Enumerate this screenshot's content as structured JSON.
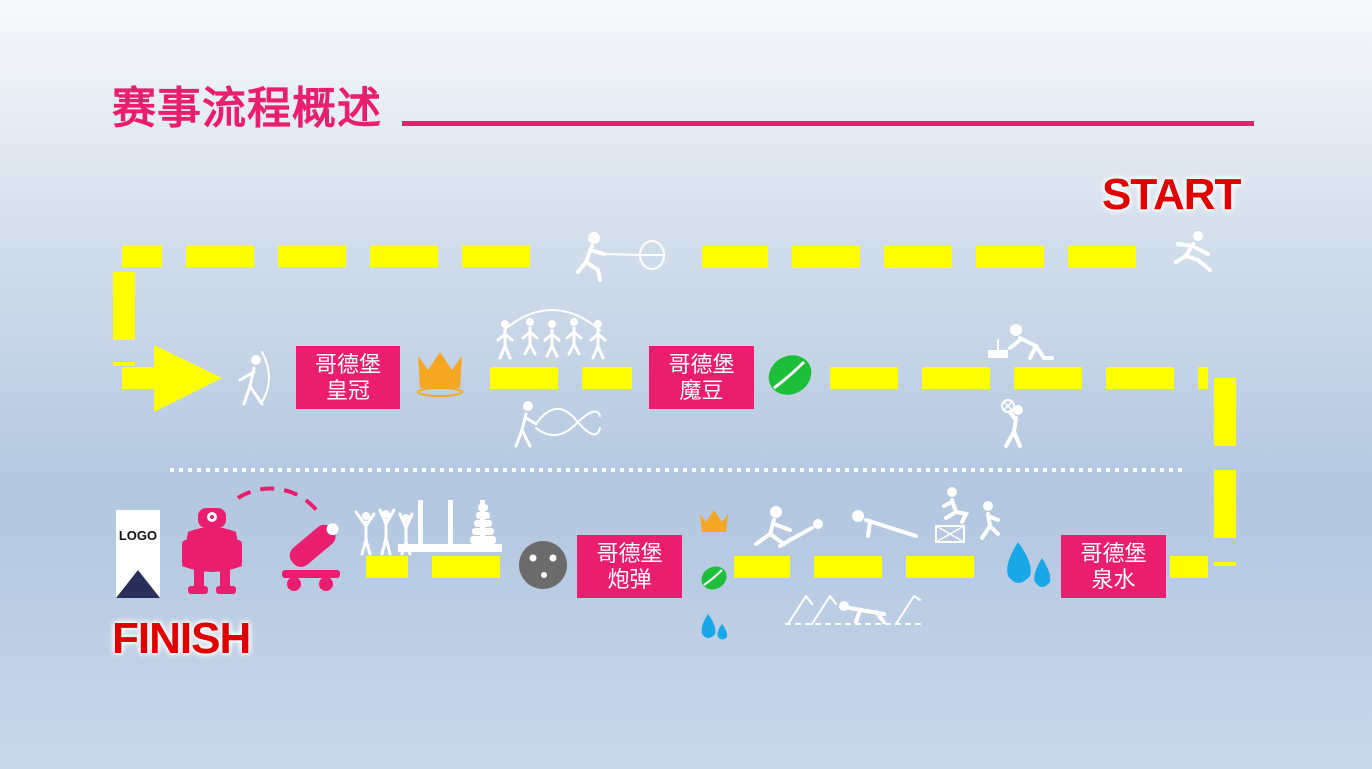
{
  "title": "赛事流程概述",
  "start_label": "START",
  "finish_label": "FINISH",
  "logo_text": "LOGO",
  "stations": [
    {
      "line1": "哥德堡",
      "line2": "皇冠"
    },
    {
      "line1": "哥德堡",
      "line2": "魔豆"
    },
    {
      "line1": "哥德堡",
      "line2": "炮弹"
    },
    {
      "line1": "哥德堡",
      "line2": "泉水"
    }
  ],
  "colors": {
    "accent": "#ea1e6e",
    "path": "#ffff00",
    "start_finish": "#e00000",
    "crown": "#f5a623",
    "bean": "#1dbf3a",
    "water": "#1aa7e8",
    "cannonball": "#6b6b6b"
  },
  "icons": [
    "runner-start-icon",
    "rope-pull-icon",
    "archer-icon",
    "crown-icon",
    "group-jump-rope-icon",
    "battle-rope-icon",
    "green-bean-icon",
    "pusher-icon",
    "ball-thrower-icon",
    "water-drop-icon",
    "box-jump-icon",
    "pushup-icon",
    "crawl-icon",
    "drag-partner-icon",
    "cannonball-icon",
    "tower-stack-icon",
    "cheering-team-icon",
    "cannon-icon",
    "robot-icon",
    "logo-flag-icon"
  ]
}
